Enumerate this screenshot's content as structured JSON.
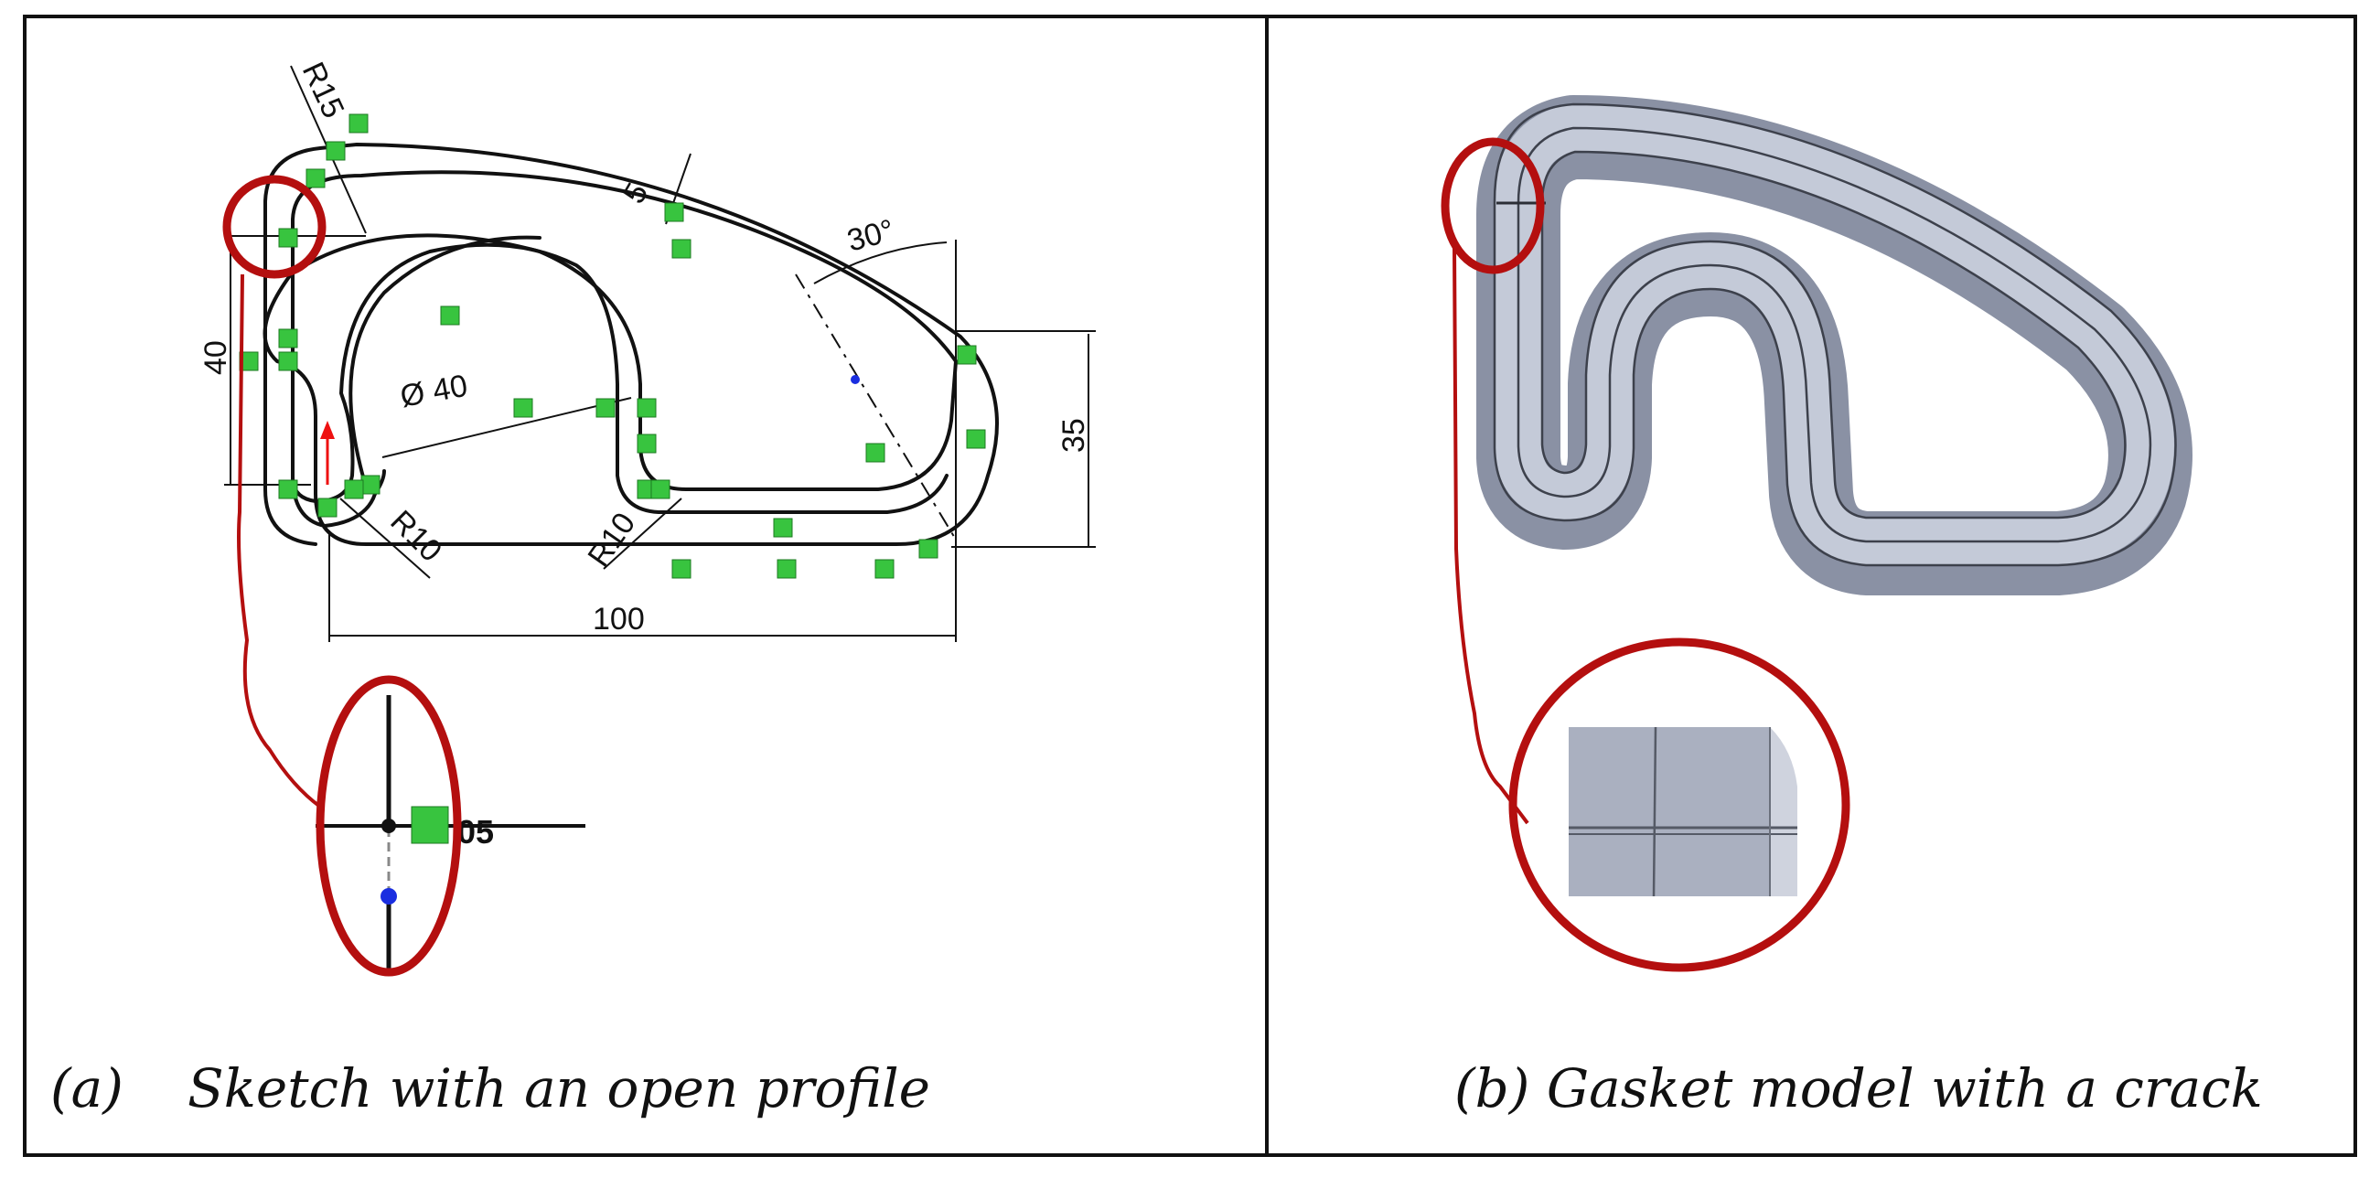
{
  "panels": [
    {
      "caption_letter": "(a)",
      "caption_text": "Sketch with an open profile"
    },
    {
      "caption_text": "(b) Gasket model with a crack"
    }
  ],
  "sketch": {
    "dimensions": {
      "r15": "R15",
      "thickness": "5",
      "angle": "30°",
      "height_left": "40",
      "diameter": "Ø 40",
      "height_right": "35",
      "r10_left": "R10",
      "r10_right": "R10",
      "width": "100"
    },
    "zoom_label": "05"
  },
  "colors": {
    "highlight": "#b40f0f",
    "relation_marker": "#38c43f",
    "gasket_body": "#9aa2b6",
    "gasket_face": "#c4cad8"
  }
}
